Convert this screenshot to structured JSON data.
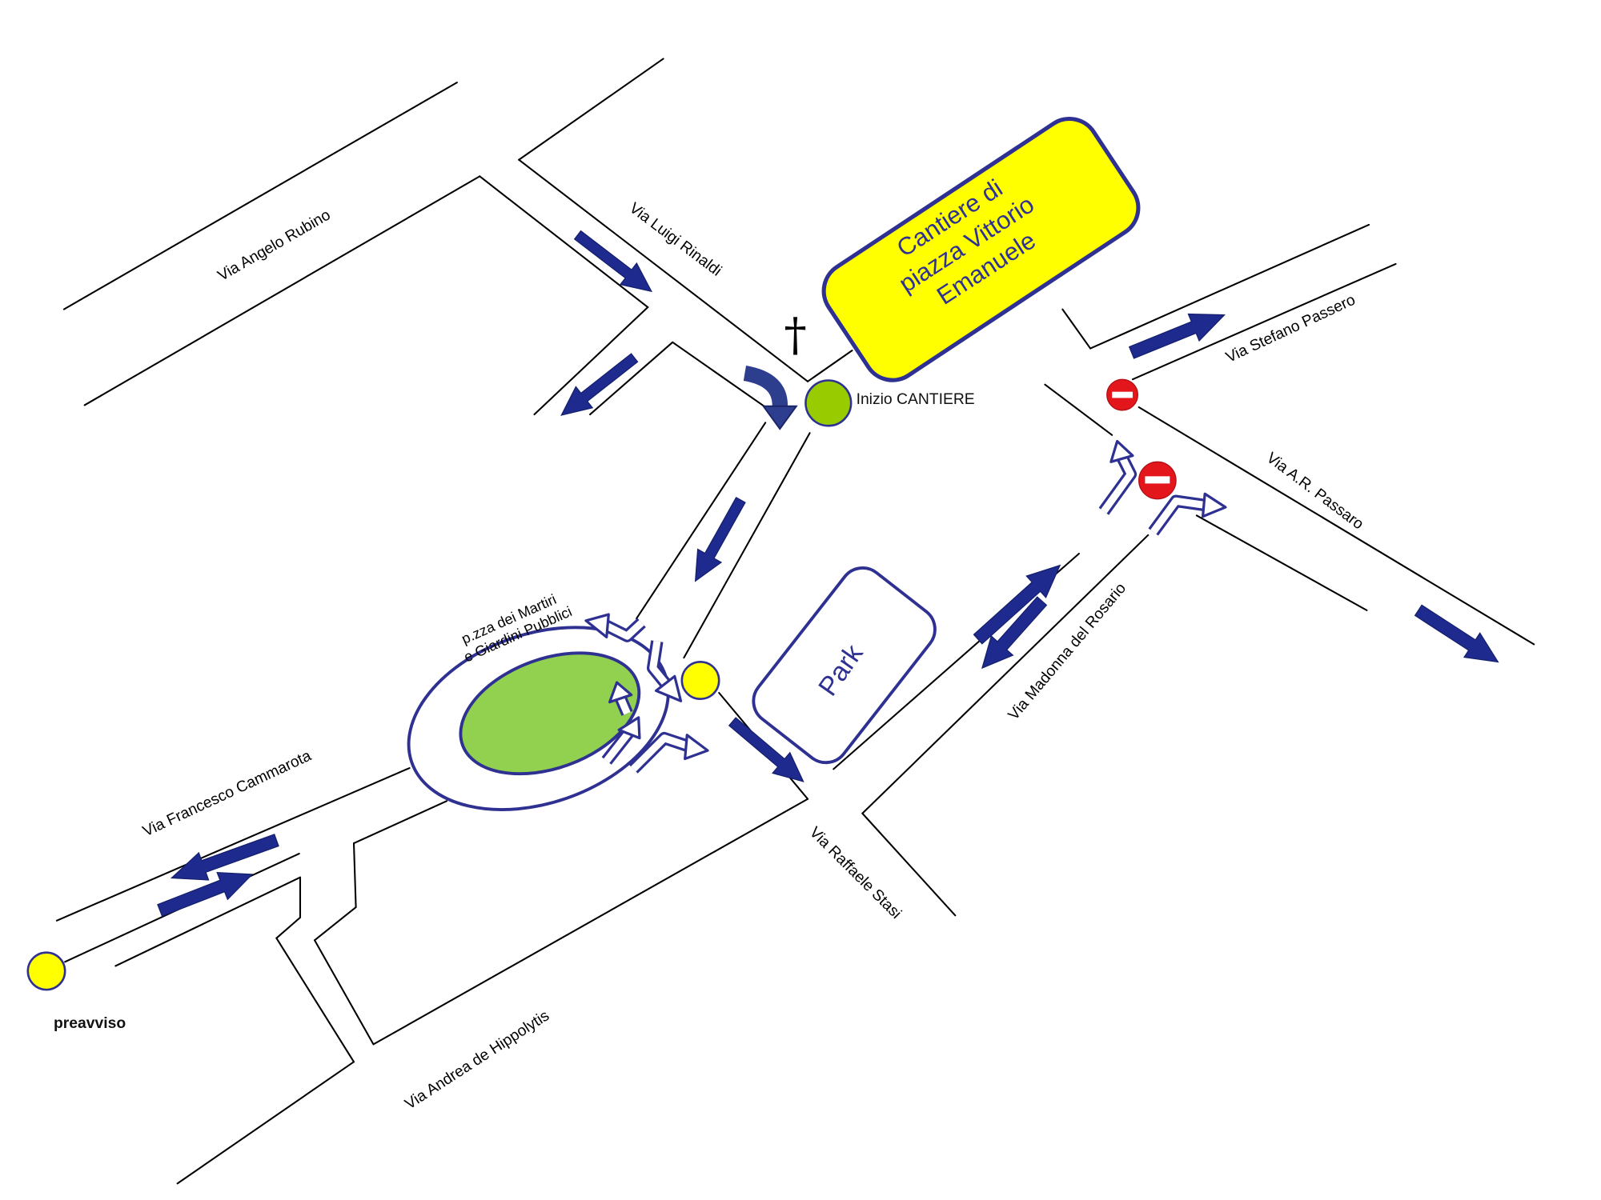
{
  "construction_site": {
    "title_lines": [
      "Cantiere di",
      "piazza Vittorio",
      "Emanuele"
    ],
    "start_label": "Inizio CANTIERE",
    "cross_symbol": "†"
  },
  "advance_warning": {
    "label": "preavviso"
  },
  "parking": {
    "label": "Park"
  },
  "square": {
    "label_lines": [
      "p.zza dei Martiri",
      "e Giardini Pubblici"
    ]
  },
  "streets": [
    {
      "name": "Via Angelo Rubino"
    },
    {
      "name": "Via Luigi Rinaldi"
    },
    {
      "name": "Via Stefano Passero"
    },
    {
      "name": "Via A.R. Passaro"
    },
    {
      "name": "Via Madonna del Rosario"
    },
    {
      "name": "Via Raffaele Stasi"
    },
    {
      "name": "Via Andrea de Hippolytis"
    },
    {
      "name": "Via Francesco Cammarota"
    }
  ],
  "icons": {
    "no_entry": "no-entry-sign-icon",
    "traffic_direction": "direction-arrow-icon",
    "detour": "detour-arrow-icon",
    "marker": "circle-marker-icon",
    "cross": "cross-icon"
  },
  "colors": {
    "construction_fill": "#ffff00",
    "outline_blue": "#2e3192",
    "arrow_blue": "#1f2a8f",
    "start_marker": "#99cc00",
    "warning_marker": "#ffff00",
    "garden_green": "#92d050",
    "no_entry_red": "#e3161c"
  }
}
